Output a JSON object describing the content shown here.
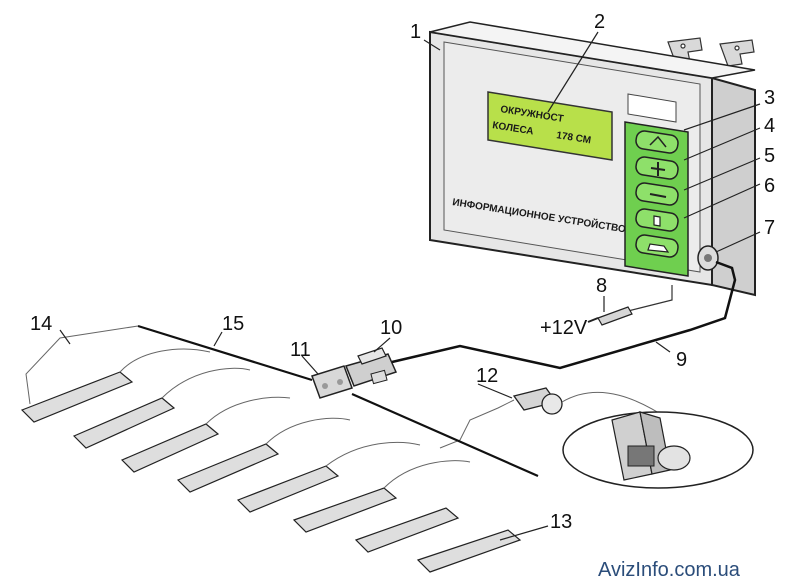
{
  "lcd": {
    "line1": "ОКРУЖНОСТ",
    "line2_left": "КОЛЕСА",
    "line2_right": "178 СМ"
  },
  "device": {
    "caption": "ИНФОРМАЦИОННОЕ УСТРОЙСТВО"
  },
  "power": {
    "label": "+12V"
  },
  "callouts": [
    "1",
    "2",
    "3",
    "4",
    "5",
    "6",
    "7",
    "8",
    "9",
    "10",
    "11",
    "12",
    "13",
    "14",
    "15"
  ],
  "buttons": [
    {
      "icon": "up-arrow-icon"
    },
    {
      "icon": "plus-icon"
    },
    {
      "icon": "minus-icon"
    },
    {
      "icon": "info-icon"
    },
    {
      "icon": "car-icon"
    }
  ],
  "watermark": "AvizInfo.com.ua",
  "colors": {
    "lcd": "#b8e04a",
    "keypad": "#6fcf4f",
    "outline": "#222222"
  }
}
